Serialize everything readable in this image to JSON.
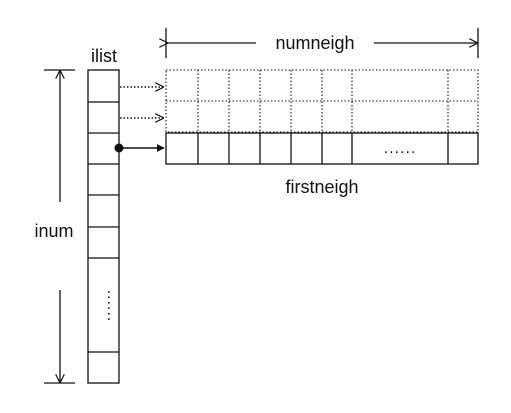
{
  "labels": {
    "ilist": "ilist",
    "inum": "inum",
    "numneigh": "numneigh",
    "firstneigh": "firstneigh",
    "ellipsis_h": "......",
    "ellipsis_v": "......"
  },
  "colors": {
    "stroke": "#111111",
    "background": "#ffffff"
  }
}
